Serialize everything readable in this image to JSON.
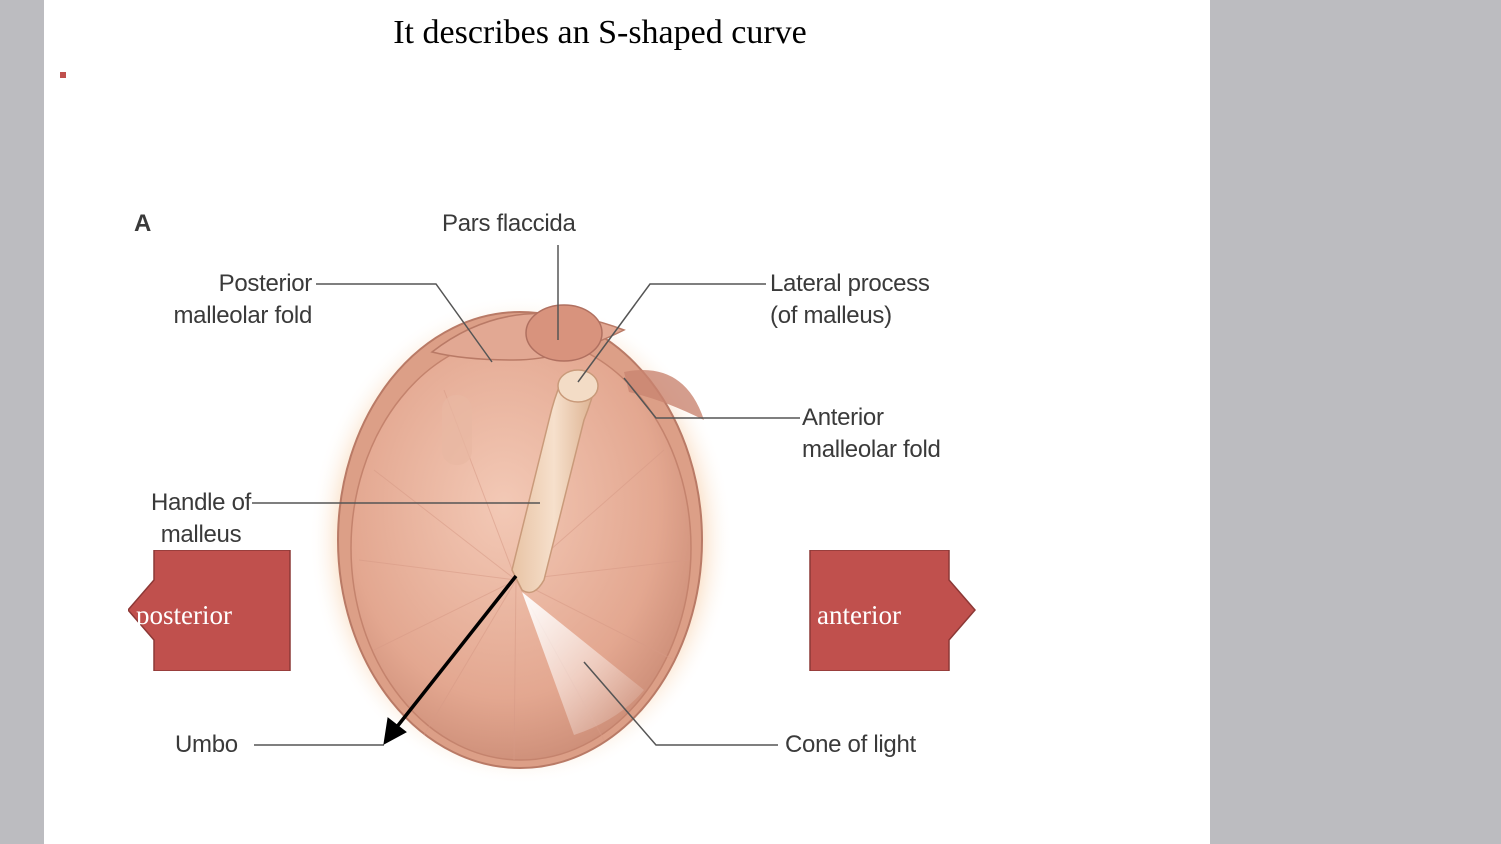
{
  "slide": {
    "title": "It describes an S-shaped curve"
  },
  "diagram": {
    "panel_letter": "A",
    "labels": {
      "pars_flaccida": "Pars flaccida",
      "posterior_malleolar_fold": "Posterior\nmalleolar fold",
      "lateral_process": "Lateral process\n(of malleus)",
      "anterior_malleolar_fold": "Anterior\nmalleolar fold",
      "handle_of_malleus": "Handle of\nmalleus",
      "umbo": "Umbo",
      "cone_of_light": "Cone of light"
    }
  },
  "direction_arrows": {
    "posterior": "posterior",
    "anterior": "anterior",
    "fill_color": "#c0504d",
    "border_color": "#8c3836"
  },
  "colors": {
    "eardrum_membrane": "#e8b09c",
    "eardrum_rim_glow": "#f6c79a",
    "malleus": "#f0d2b8",
    "pointer_arrow": "#000000"
  }
}
